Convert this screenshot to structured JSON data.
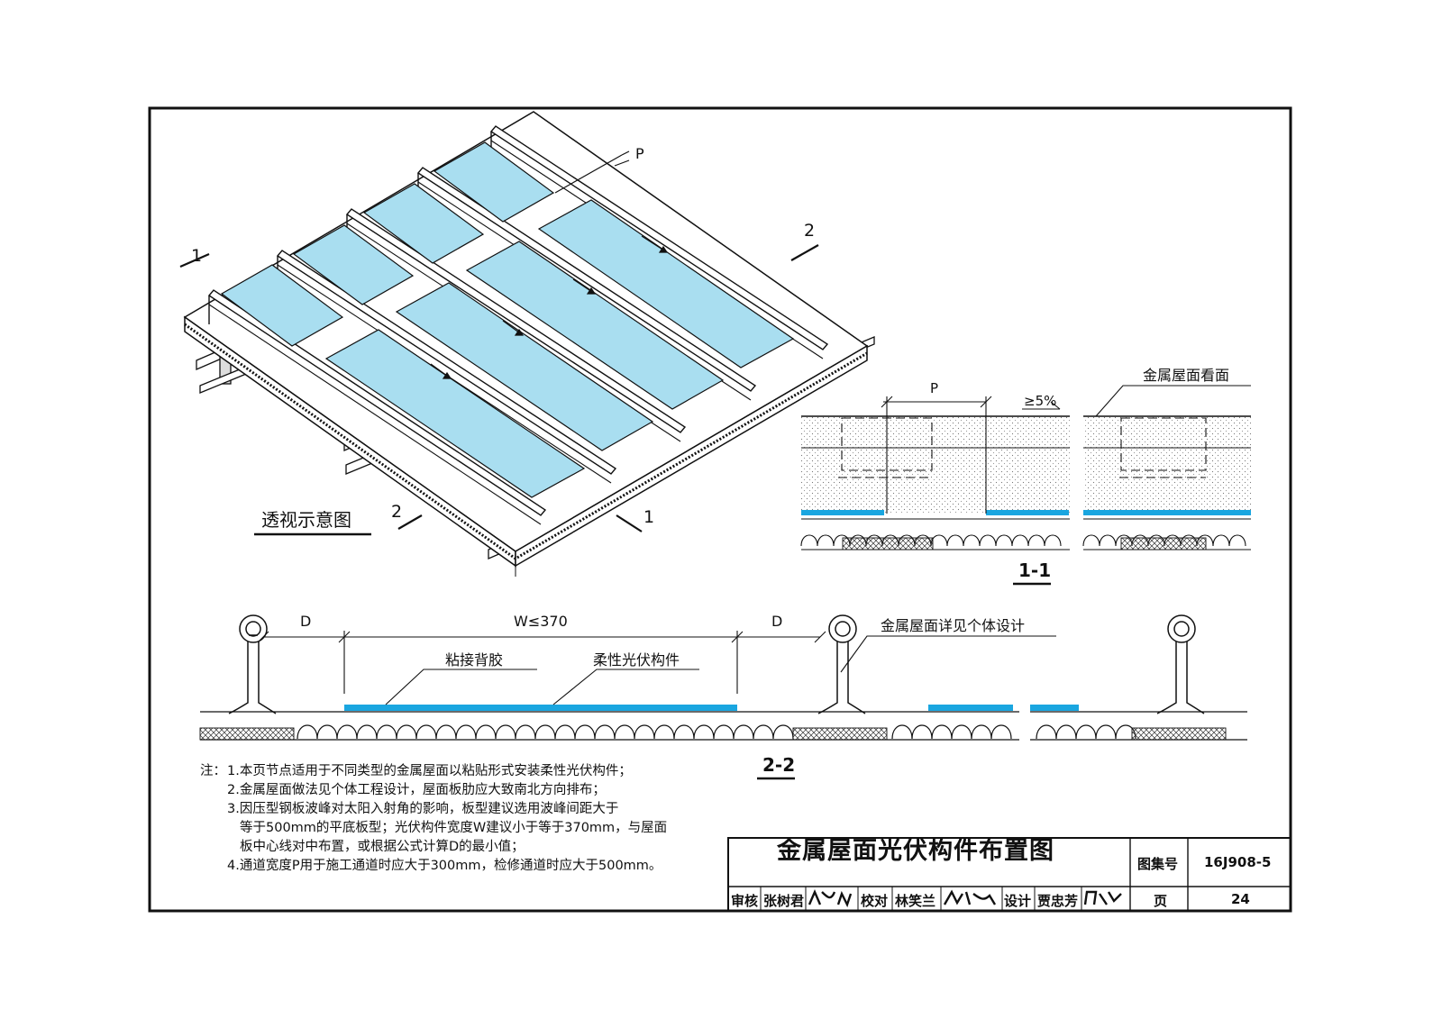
{
  "perspective": {
    "caption": "透视示意图",
    "section_mark_1": "1",
    "section_mark_2": "2",
    "pitch_label": "P"
  },
  "section_1_1": {
    "title": "1-1",
    "pitch_label": "P",
    "slope_label": "≥5%",
    "surface_label": "金属屋面看面"
  },
  "section_2_2": {
    "title": "2-2",
    "d_label_left": "D",
    "w_label": "W≤370",
    "d_label_right": "D",
    "adhesive_label": "粘接背胶",
    "pv_label": "柔性光伏构件",
    "roof_label": "金属屋面详见个体设计"
  },
  "notes": {
    "lead": "注：",
    "items": [
      "1.本页节点适用于不同类型的金属屋面以粘贴形式安装柔性光伏构件；",
      "2.金属屋面做法见个体工程设计，屋面板肋应大致南北方向排布；",
      "3.因压型钢板波峰对太阳入射角的影响，板型建议选用波峰间距大于",
      "等于500mm的平底板型；光伏构件宽度W建议小于等于370mm，与屋面",
      "板中心线对中布置，或根据公式计算D的最小值；",
      "4.通道宽度P用于施工通道时应大于300mm，检修通道时应大于500mm。"
    ]
  },
  "title_block": {
    "drawing_title": "金属屋面光伏构件布置图",
    "atlas_label": "图集号",
    "atlas_no": "16J908-5",
    "review_label": "审核",
    "review_name": "张树君",
    "check_label": "校对",
    "check_name": "林笑兰",
    "design_label": "设计",
    "design_name": "贾忠芳",
    "page_label": "页",
    "page_no": "24"
  },
  "colors": {
    "pv_panel": "#a9def0",
    "pv_strip": "#1aa6e0",
    "line": "#111111"
  }
}
